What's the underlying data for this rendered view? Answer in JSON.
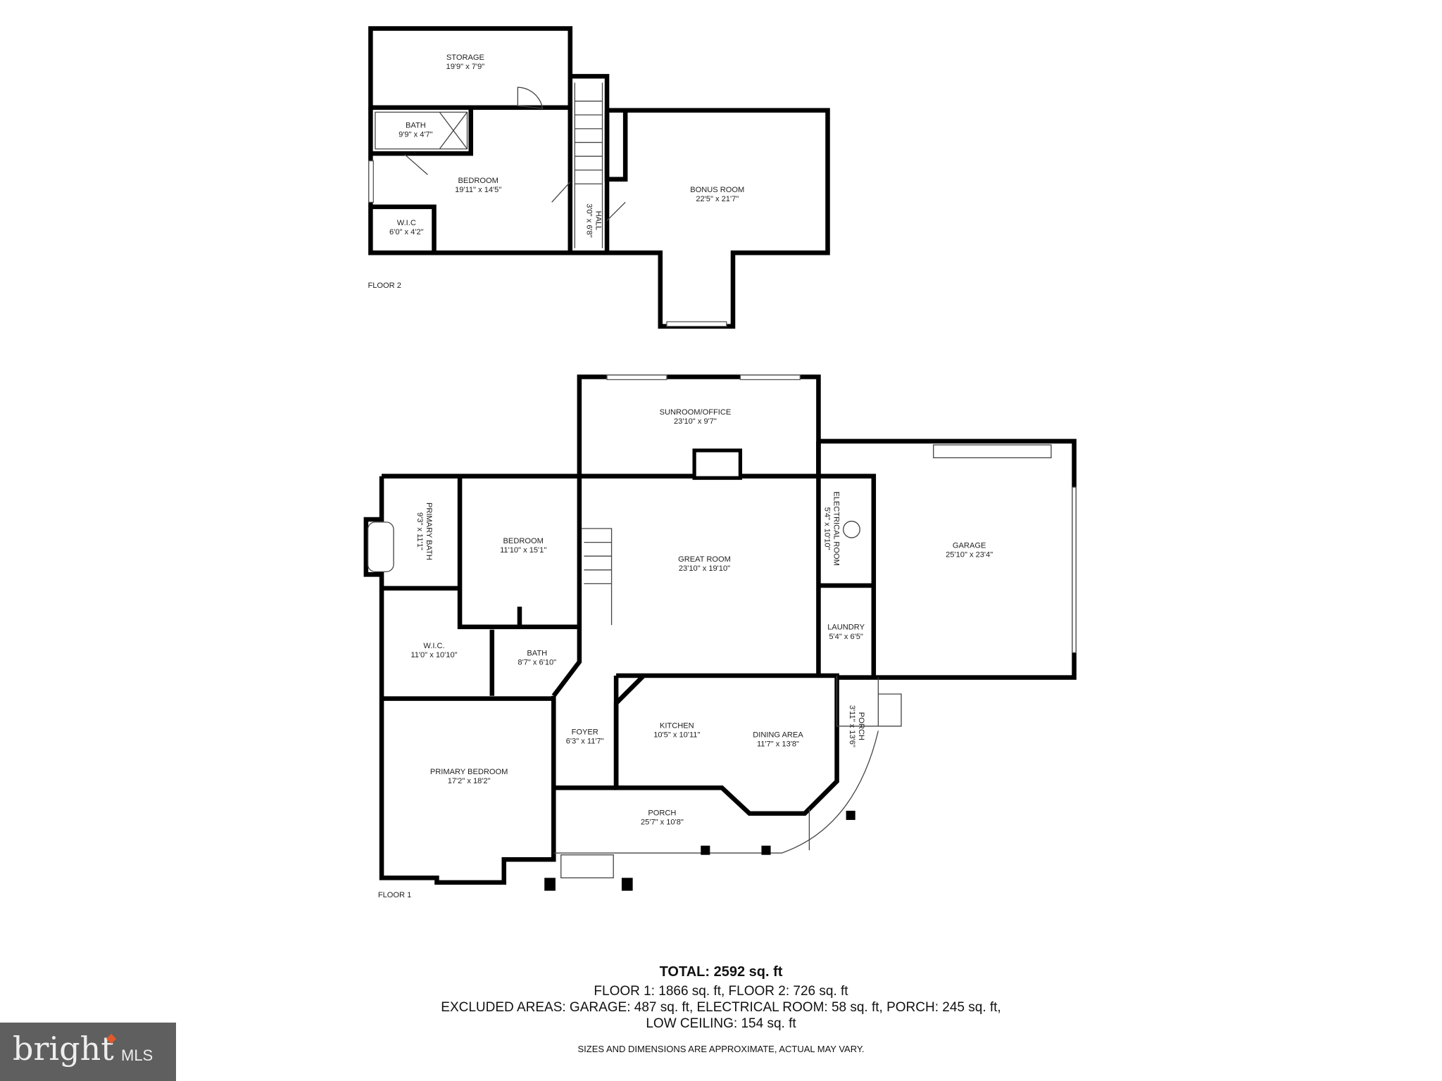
{
  "floor2": {
    "label": "FLOOR 2",
    "rooms": [
      {
        "name": "STORAGE",
        "dims": "19'9\" x 7'9\""
      },
      {
        "name": "BATH",
        "dims": "9'9\" x 4'7\""
      },
      {
        "name": "BEDROOM",
        "dims": "19'11\" x 14'5\""
      },
      {
        "name": "W.I.C",
        "dims": "6'0\" x 4'2\""
      },
      {
        "name": "HALL",
        "dims": "3'0\" x 6'8\""
      },
      {
        "name": "BONUS ROOM",
        "dims": "22'5\" x 21'7\""
      }
    ]
  },
  "floor1": {
    "label": "FLOOR 1",
    "rooms": [
      {
        "name": "SUNROOM/OFFICE",
        "dims": "23'10\" x 9'7\""
      },
      {
        "name": "GREAT ROOM",
        "dims": "23'10\" x 19'10\""
      },
      {
        "name": "ELECTRICAL ROOM",
        "dims": "5'4\" x 10'10\""
      },
      {
        "name": "GARAGE",
        "dims": "25'10\" x 23'4\""
      },
      {
        "name": "LAUNDRY",
        "dims": "5'4\" x 6'5\""
      },
      {
        "name": "BEDROOM",
        "dims": "11'10\" x 15'1\""
      },
      {
        "name": "PRIMARY BATH",
        "dims": "9'3\" x 11'1\""
      },
      {
        "name": "W.I.C.",
        "dims": "11'0\" x 10'10\""
      },
      {
        "name": "BATH",
        "dims": "8'7\" x 6'10\""
      },
      {
        "name": "PRIMARY BEDROOM",
        "dims": "17'2\" x 18'2\""
      },
      {
        "name": "FOYER",
        "dims": "6'3\" x 11'7\""
      },
      {
        "name": "KITCHEN",
        "dims": "10'5\" x 10'11\""
      },
      {
        "name": "DINING AREA",
        "dims": "11'7\" x 13'8\""
      },
      {
        "name": "PORCH",
        "dims": "25'7\" x 10'8\""
      },
      {
        "name": "PORCH",
        "dims": "3'11\" x 13'6\""
      }
    ]
  },
  "summary": {
    "total": "TOTAL: 2592 sq. ft",
    "floors": "FLOOR 1: 1866 sq. ft, FLOOR 2: 726 sq. ft",
    "excluded": "EXCLUDED AREAS: GARAGE: 487 sq. ft, ELECTRICAL ROOM: 58 sq. ft, PORCH: 245 sq. ft,",
    "low_ceiling": "LOW CEILING: 154 sq. ft",
    "note": "SIZES AND DIMENSIONS ARE APPROXIMATE, ACTUAL MAY VARY."
  },
  "logo": {
    "brand": "bright",
    "suffix": "MLS",
    "accent": "#e0592a"
  }
}
